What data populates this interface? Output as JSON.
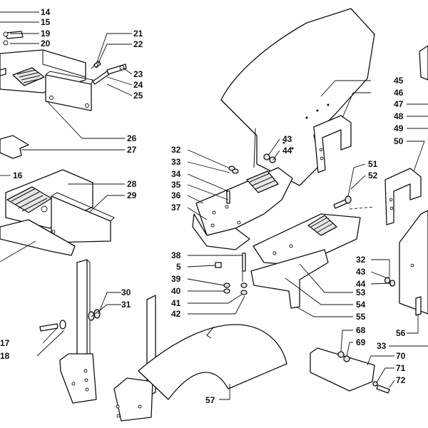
{
  "diagram": {
    "callouts": {
      "c14": "14",
      "c15": "15",
      "c19": "19",
      "c20": "20",
      "c21": "21",
      "c22": "22",
      "c23": "23",
      "c24": "24",
      "c25": "25",
      "c26": "26",
      "c27": "27",
      "c16": "16",
      "c28": "28",
      "c29": "29",
      "c30": "30",
      "c31": "31",
      "c17": "17",
      "c18": "18",
      "c32a": "32",
      "c33a": "33",
      "c34": "34",
      "c35": "35",
      "c36": "36",
      "c37": "37",
      "c43a": "43",
      "c44a": "44",
      "c45": "45",
      "c46": "46",
      "c47": "47",
      "c48": "48",
      "c49": "49",
      "c50": "50",
      "c51": "51",
      "c52": "52",
      "c38": "38",
      "c5": "5",
      "c39": "39",
      "c40": "40",
      "c41": "41",
      "c42": "42",
      "c53": "53",
      "c54": "54",
      "c55": "55",
      "c32b": "32",
      "c43b": "43",
      "c44b": "44",
      "c56": "56",
      "c33b": "33",
      "c68": "68",
      "c69": "69",
      "c70": "70",
      "c71": "71",
      "c72": "72",
      "c57": "57"
    }
  }
}
